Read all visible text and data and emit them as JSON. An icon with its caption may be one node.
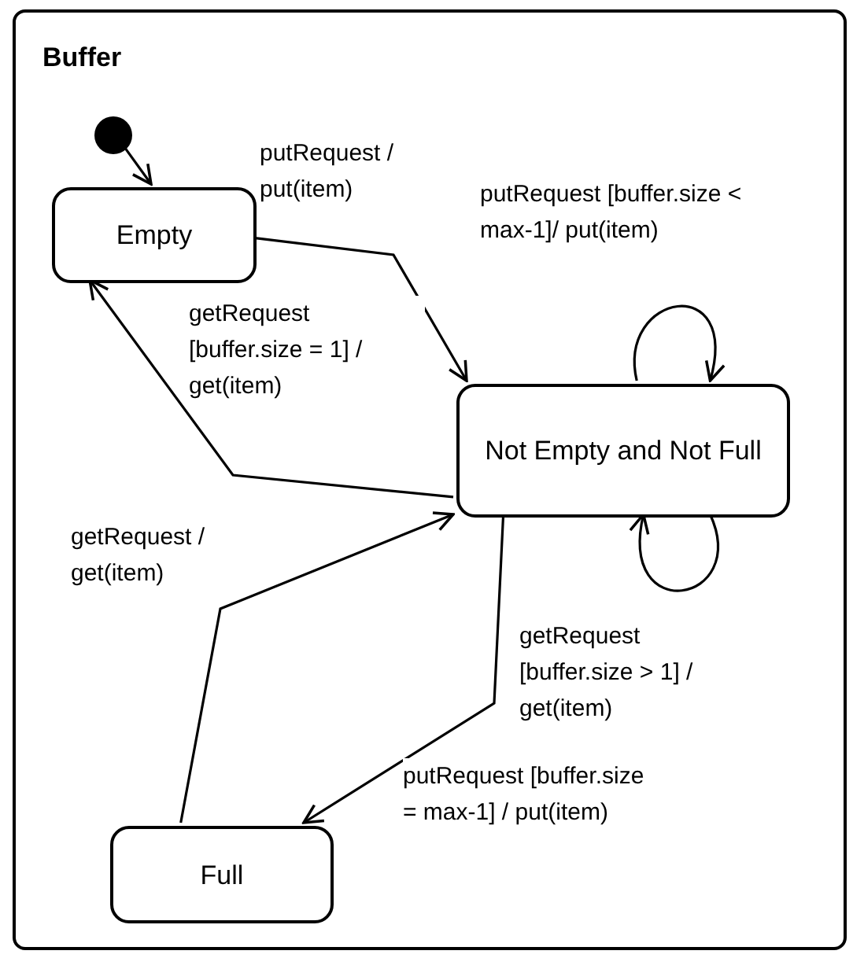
{
  "diagram": {
    "nodes": [
      {
        "text": [
          "Buffer"
        ]
      },
      {
        "text": [],
        "shape": "circle",
        "in": 0
      },
      {
        "text": [
          "Empty"
        ],
        "in": 0
      },
      {
        "text": [
          "Not Empty and Not Full"
        ],
        "in": 0
      },
      {
        "text": [
          "Full"
        ],
        "in": 0
      }
    ],
    "edges": [
      {
        "from": 1,
        "to": 2,
        "arrow": "to"
      },
      {
        "from": 2,
        "to": 3,
        "arrow": "to",
        "label": "putRequest / put(item)"
      },
      {
        "from": 3,
        "to": 3,
        "arrow": "to",
        "label": "putRequest [buffer.size < max-1]/ put(item)"
      },
      {
        "from": 3,
        "to": 2,
        "arrow": "to",
        "label": "getRequest [buffer.size = 1] / get(item)"
      },
      {
        "from": 4,
        "to": 3,
        "arrow": "to",
        "label": "getRequest / get(item)"
      },
      {
        "from": 3,
        "to": 3,
        "arrow": "to",
        "label": "getRequest [buffer.size > 1] / get(item)"
      },
      {
        "from": 3,
        "to": 4,
        "arrow": "to",
        "label": "putRequest [buffer.size = max-1] / put(item)"
      }
    ]
  }
}
